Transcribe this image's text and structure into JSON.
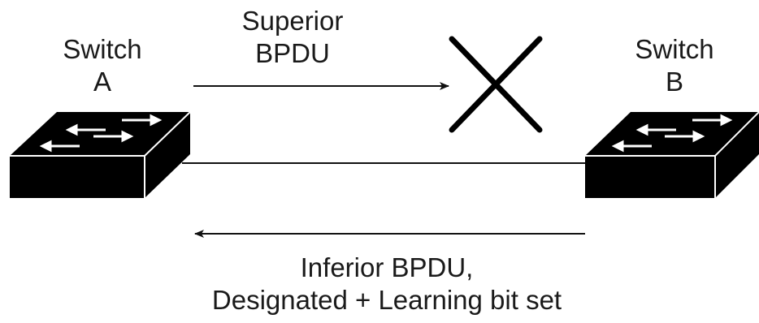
{
  "switch_a": {
    "line1": "Switch",
    "line2": "A"
  },
  "switch_b": {
    "line1": "Switch",
    "line2": "B"
  },
  "superior_bpdu": {
    "line1": "Superior",
    "line2": "BPDU"
  },
  "inferior_bpdu": {
    "line1": "Inferior BPDU,",
    "line2": "Designated + Learning bit set"
  },
  "colors": {
    "stroke": "#111111",
    "switch_body": "#000000",
    "arrow_mark": "#ffffff"
  },
  "icons": [
    "switch-icon",
    "blocked-x-icon",
    "arrow-right-icon",
    "arrow-left-icon"
  ]
}
